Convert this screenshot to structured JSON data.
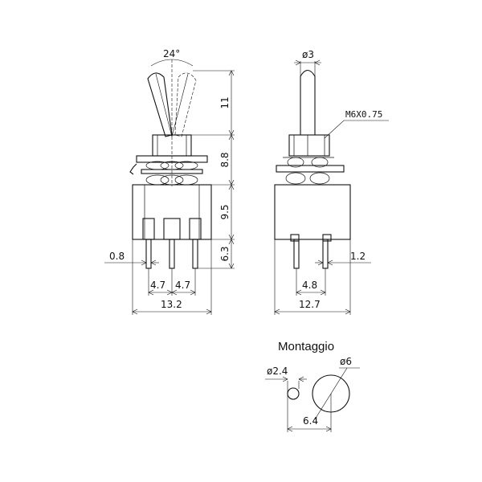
{
  "front_view": {
    "angle": "24°",
    "lever_height": "11",
    "bushing_height": "8.8",
    "body_height": "9.5",
    "terminal_length": "6.3",
    "terminal_width": "0.8",
    "pitch_left": "4.7",
    "pitch_right": "4.7",
    "width": "13.2"
  },
  "side_view": {
    "lever_diameter": "ø3",
    "thread": "M6X0.75",
    "terminal_width": "1.2",
    "terminal_spacing": "4.8",
    "depth": "12.7"
  },
  "mounting": {
    "title": "Montaggio",
    "small_hole": "ø2.4",
    "large_hole": "ø6",
    "hole_spacing": "6.4"
  }
}
